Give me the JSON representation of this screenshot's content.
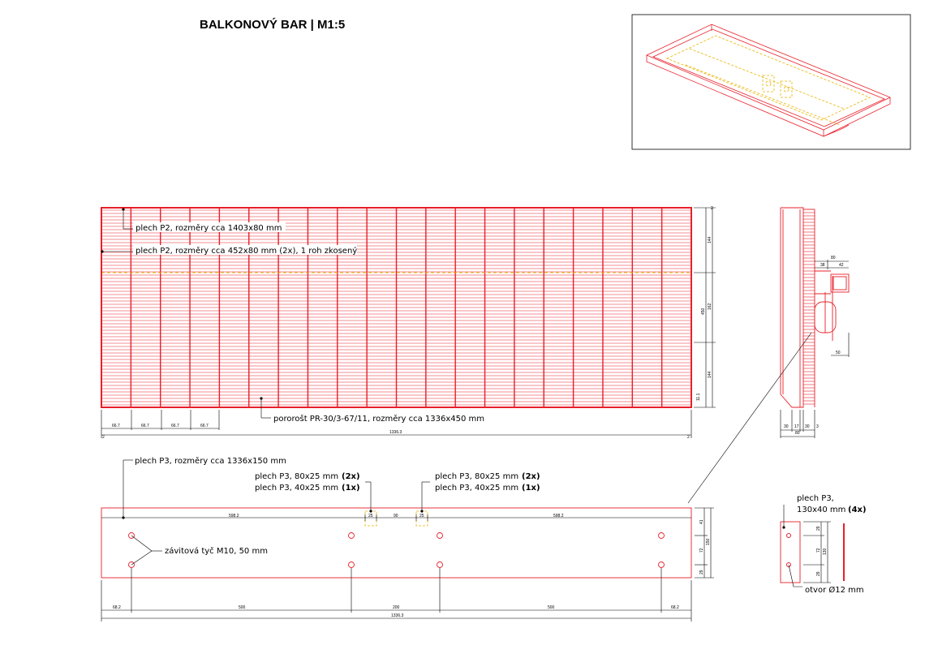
{
  "title": "BALKONOVÝ BAR | M1:5",
  "labels": {
    "plech_p2_a": "plech P2, rozměry cca 1403x80 mm",
    "plech_p2_b": "plech P2, rozměry cca 452x80 mm (2x), 1 roh zkosený",
    "pororost": "pororošt PR-30/3-67/11, rozměry cca 1336x450 mm",
    "plech_p3_main": "plech P3, rozměry cca 1336x150 mm",
    "p3_80_left": "plech P3, 80x25 mm",
    "p3_80_left_qty": "(2x)",
    "p3_40_left": "plech P3, 40x25 mm",
    "p3_40_left_qty": "(1x)",
    "p3_80_right": "plech P3, 80x25 mm",
    "p3_80_right_qty": "(2x)",
    "p3_40_right": "plech P3, 40x25 mm",
    "p3_40_right_qty": "(1x)",
    "zavitova": "závitová tyč M10, 50 mm",
    "p3_detail_1": "plech P3,",
    "p3_detail_2": "130x40 mm",
    "p3_detail_qty": "(4x)",
    "otvor": "otvor Ø12 mm"
  },
  "dims_top": {
    "d1": "66.7",
    "d2": "66.7",
    "d3": "66.7",
    "d4": "66.7",
    "total": "1336.3",
    "left_small": "2",
    "right_small": "2",
    "v1": "144",
    "v2": "162",
    "v3": "144",
    "v_total": "450",
    "v_small": "11.1",
    "v_top": "2"
  },
  "dims_side": {
    "w80": "80",
    "w38": "38",
    "w42": "42",
    "h50": "50",
    "b30a": "30",
    "b17": "17",
    "b30b": "30",
    "b3": "3",
    "b80": "80"
  },
  "dims_bottom": {
    "t1": "598.2",
    "t25a": "25",
    "t90": "90",
    "t25b": "25",
    "t2": "598.2",
    "b1": "68.2",
    "b2": "500",
    "b3": "200",
    "b4": "500",
    "b5": "68.2",
    "total": "1336.3",
    "r41": "41",
    "r72": "72",
    "r29": "29",
    "r150": "150"
  },
  "dims_detail": {
    "d29a": "29",
    "d72": "72",
    "d29b": "29",
    "d130": "130"
  }
}
